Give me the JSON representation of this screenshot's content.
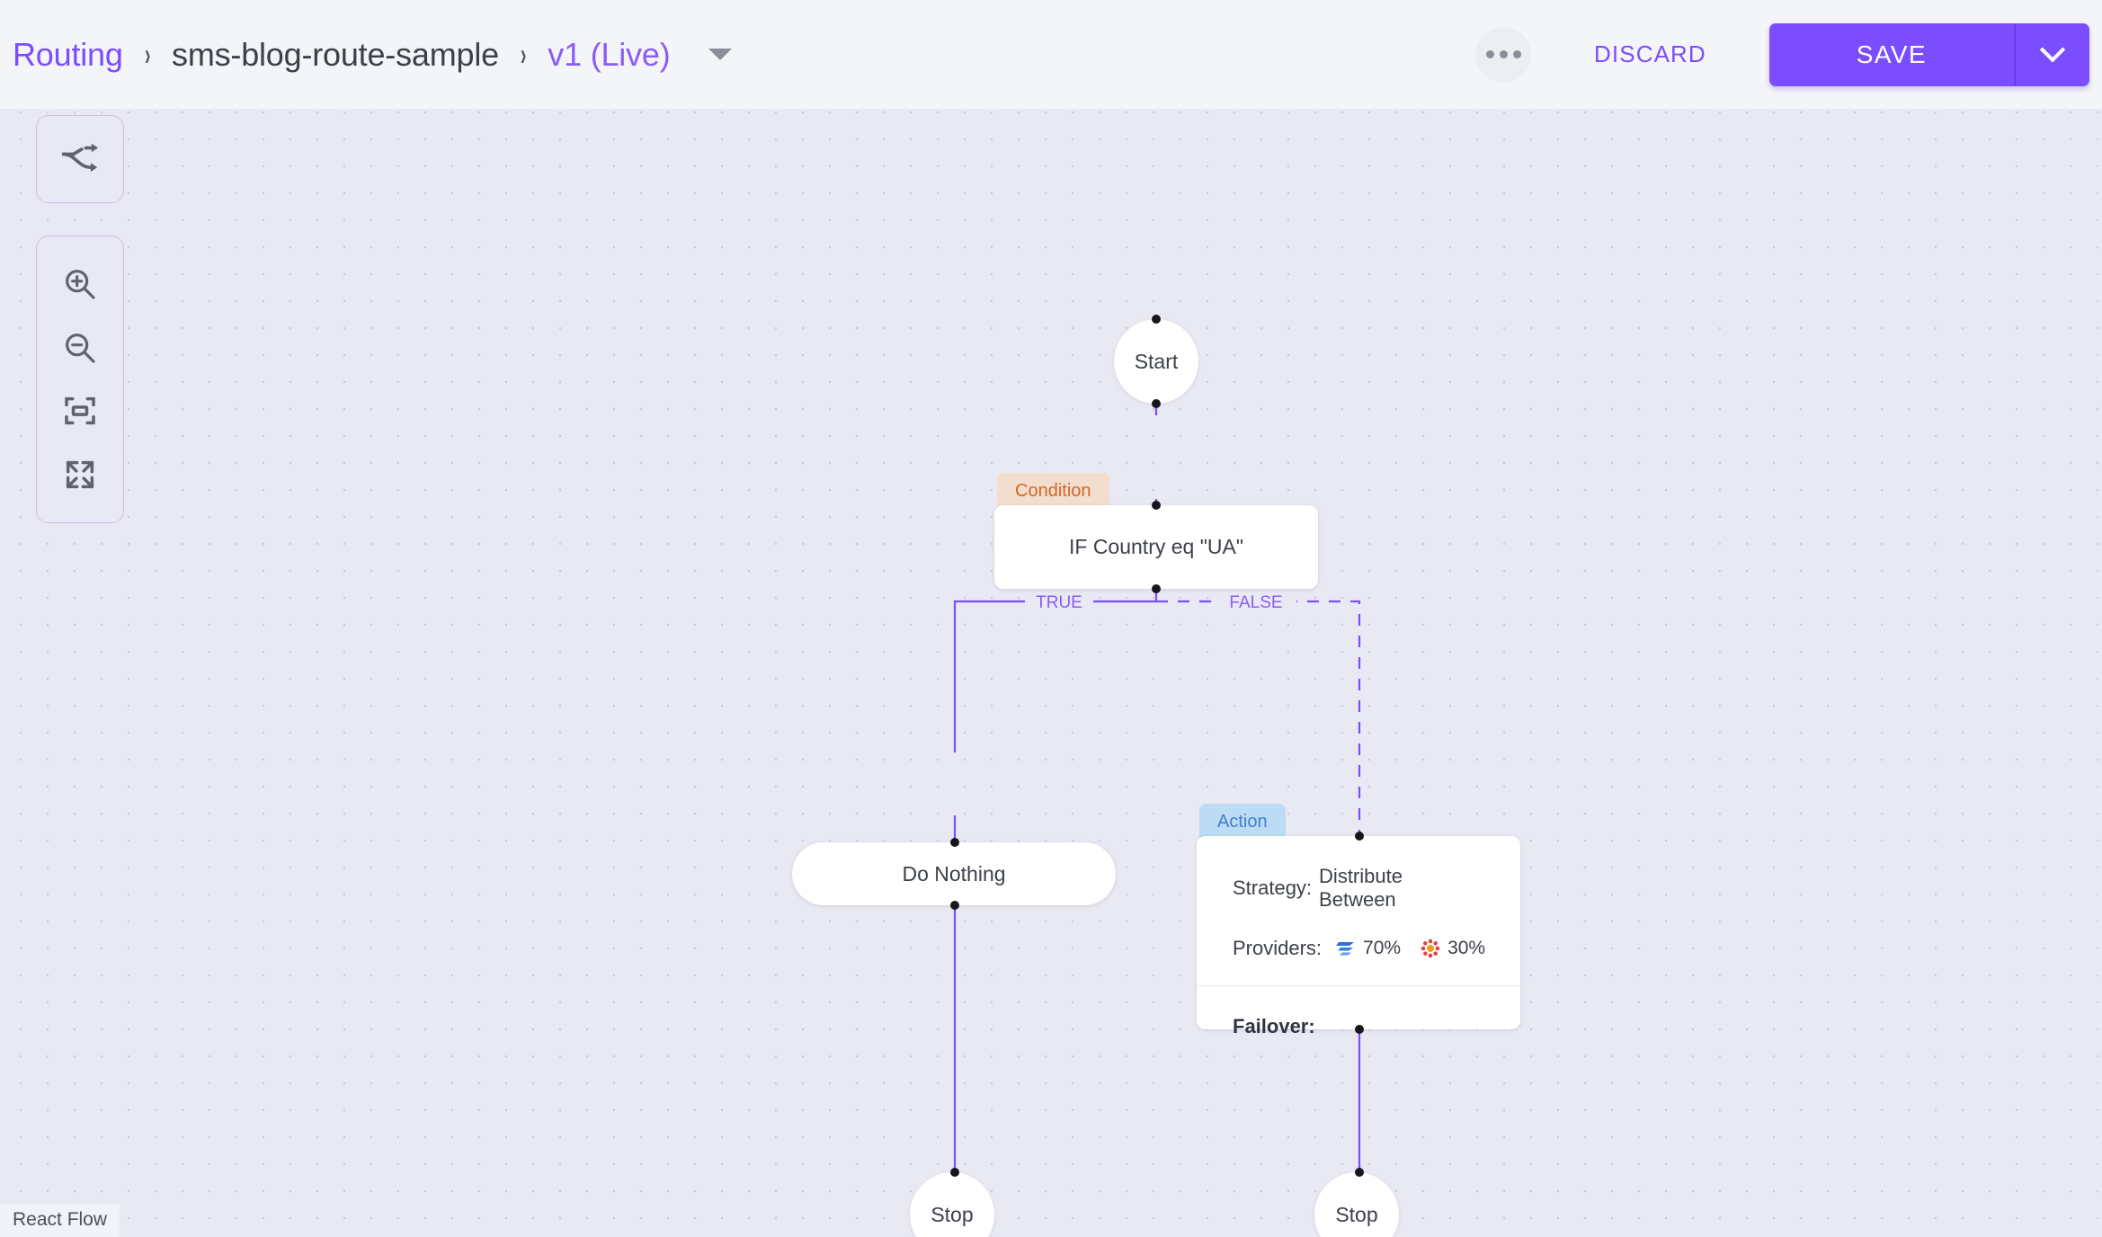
{
  "header": {
    "breadcrumb": {
      "root": "Routing",
      "separator": "›",
      "name": "sms-blog-route-sample",
      "version": "v1 (Live)",
      "caret_icon": "chevron-down-icon"
    },
    "more_button": {
      "icon": "ellipsis-icon"
    },
    "discard_label": "DISCARD",
    "save_label": "SAVE",
    "save_dropdown_icon": "chevron-down-icon",
    "accent_color": "#7c4dff",
    "background_color": "#f4f5f9"
  },
  "toolbar": {
    "route_panel": [
      {
        "name": "route-shuffle-icon",
        "title": "Route"
      }
    ],
    "zoom_panel": [
      {
        "name": "zoom-in-icon",
        "title": "Zoom In"
      },
      {
        "name": "zoom-out-icon",
        "title": "Zoom Out"
      },
      {
        "name": "fit-view-icon",
        "title": "Fit View"
      },
      {
        "name": "expand-icon",
        "title": "Full Screen"
      }
    ]
  },
  "canvas": {
    "background_color": "#e9e9f3",
    "dot_color": "#c9c9d4",
    "edge_color": "#7c4dff",
    "attribution": "React Flow"
  },
  "flow": {
    "nodes": {
      "start": {
        "label": "Start",
        "type": "circle"
      },
      "condition": {
        "badge": "Condition",
        "label": "IF Country eq \"UA\"",
        "type": "card"
      },
      "do_nothing": {
        "label": "Do Nothing",
        "type": "pill"
      },
      "action": {
        "badge": "Action",
        "strategy_label": "Strategy:",
        "strategy_value": "Distribute Between",
        "providers_label": "Providers:",
        "providers": [
          {
            "icon": "provider-wing-icon",
            "percent": "70%",
            "color": "#3b7ddd"
          },
          {
            "icon": "provider-rosette-icon",
            "percent": "30%",
            "color": "#e0443c"
          }
        ],
        "failover_label": "Failover:"
      },
      "stop_left": {
        "label": "Stop",
        "type": "circle"
      },
      "stop_right": {
        "label": "Stop",
        "type": "circle"
      }
    },
    "edges": [
      {
        "from": "start",
        "to": "condition",
        "style": "solid",
        "label": ""
      },
      {
        "from": "condition",
        "to": "do_nothing",
        "style": "solid",
        "label": "TRUE"
      },
      {
        "from": "condition",
        "to": "action",
        "style": "dashed",
        "label": "FALSE"
      },
      {
        "from": "do_nothing",
        "to": "stop_left",
        "style": "solid",
        "label": ""
      },
      {
        "from": "action",
        "to": "stop_right",
        "style": "solid",
        "label": ""
      }
    ]
  }
}
